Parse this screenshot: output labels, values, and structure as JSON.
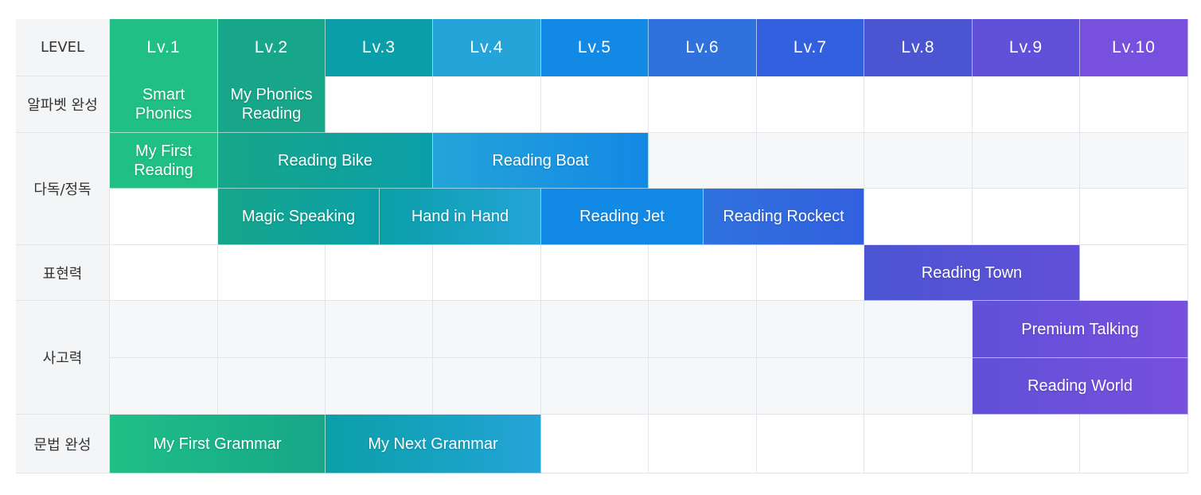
{
  "header": {
    "level_label": "LEVEL",
    "levels": [
      "Lv.1",
      "Lv.2",
      "Lv.3",
      "Lv.4",
      "Lv.5",
      "Lv.6",
      "Lv.7",
      "Lv.8",
      "Lv.9",
      "Lv.10"
    ]
  },
  "rows": {
    "alphabet": "알파벳 완성",
    "reading": "다독/정독",
    "expression": "표현력",
    "thinking": "사고력",
    "grammar": "문법 완성"
  },
  "books": {
    "smart_phonics": "Smart\nPhonics",
    "my_phonics_reading": "My Phonics\nReading",
    "my_first_reading": "My First\nReading",
    "reading_bike": "Reading Bike",
    "reading_boat": "Reading Boat",
    "magic_speaking": "Magic Speaking",
    "hand_in_hand": "Hand in Hand",
    "reading_jet": "Reading Jet",
    "reading_rockect": "Reading Rockect",
    "reading_town": "Reading Town",
    "premium_talking": "Premium Talking",
    "reading_world": "Reading World",
    "my_first_grammar": "My First Grammar",
    "my_next_grammar": "My Next Grammar"
  },
  "colors": {
    "lv1": "#1fbf86",
    "lv2": "#17a689",
    "lv3": "#0a9fa8",
    "lv4": "#24a4d8",
    "lv5": "#1389e6",
    "lv6": "#2f72de",
    "lv7": "#3360df",
    "lv8": "#4b55d2",
    "lv9": "#6150d8",
    "lv10": "#7750dd"
  }
}
